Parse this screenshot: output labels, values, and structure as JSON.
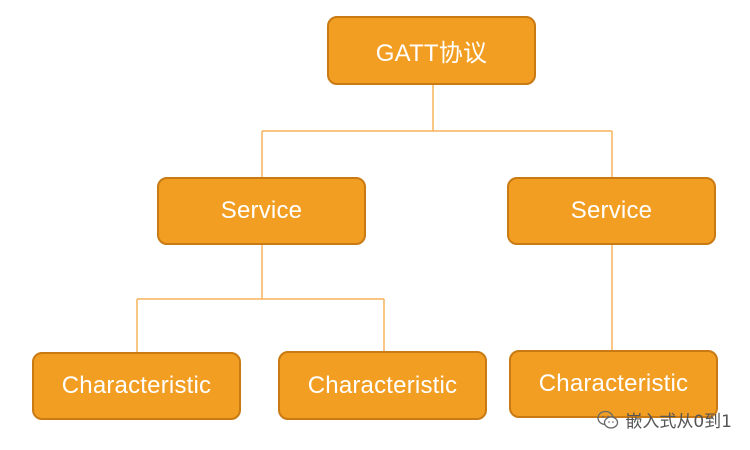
{
  "colors": {
    "node_fill": "#f29e23",
    "node_border": "#c97a12",
    "connector": "#f5b25c",
    "text": "#ffffff"
  },
  "nodes": {
    "root": {
      "label": "GATT协议"
    },
    "service_left": {
      "label": "Service"
    },
    "service_right": {
      "label": "Service"
    },
    "char_1": {
      "label": "Characteristic"
    },
    "char_2": {
      "label": "Characteristic"
    },
    "char_3": {
      "label": "Characteristic"
    }
  },
  "watermark": {
    "text": "嵌入式从0到1",
    "icon": "wechat-icon"
  }
}
